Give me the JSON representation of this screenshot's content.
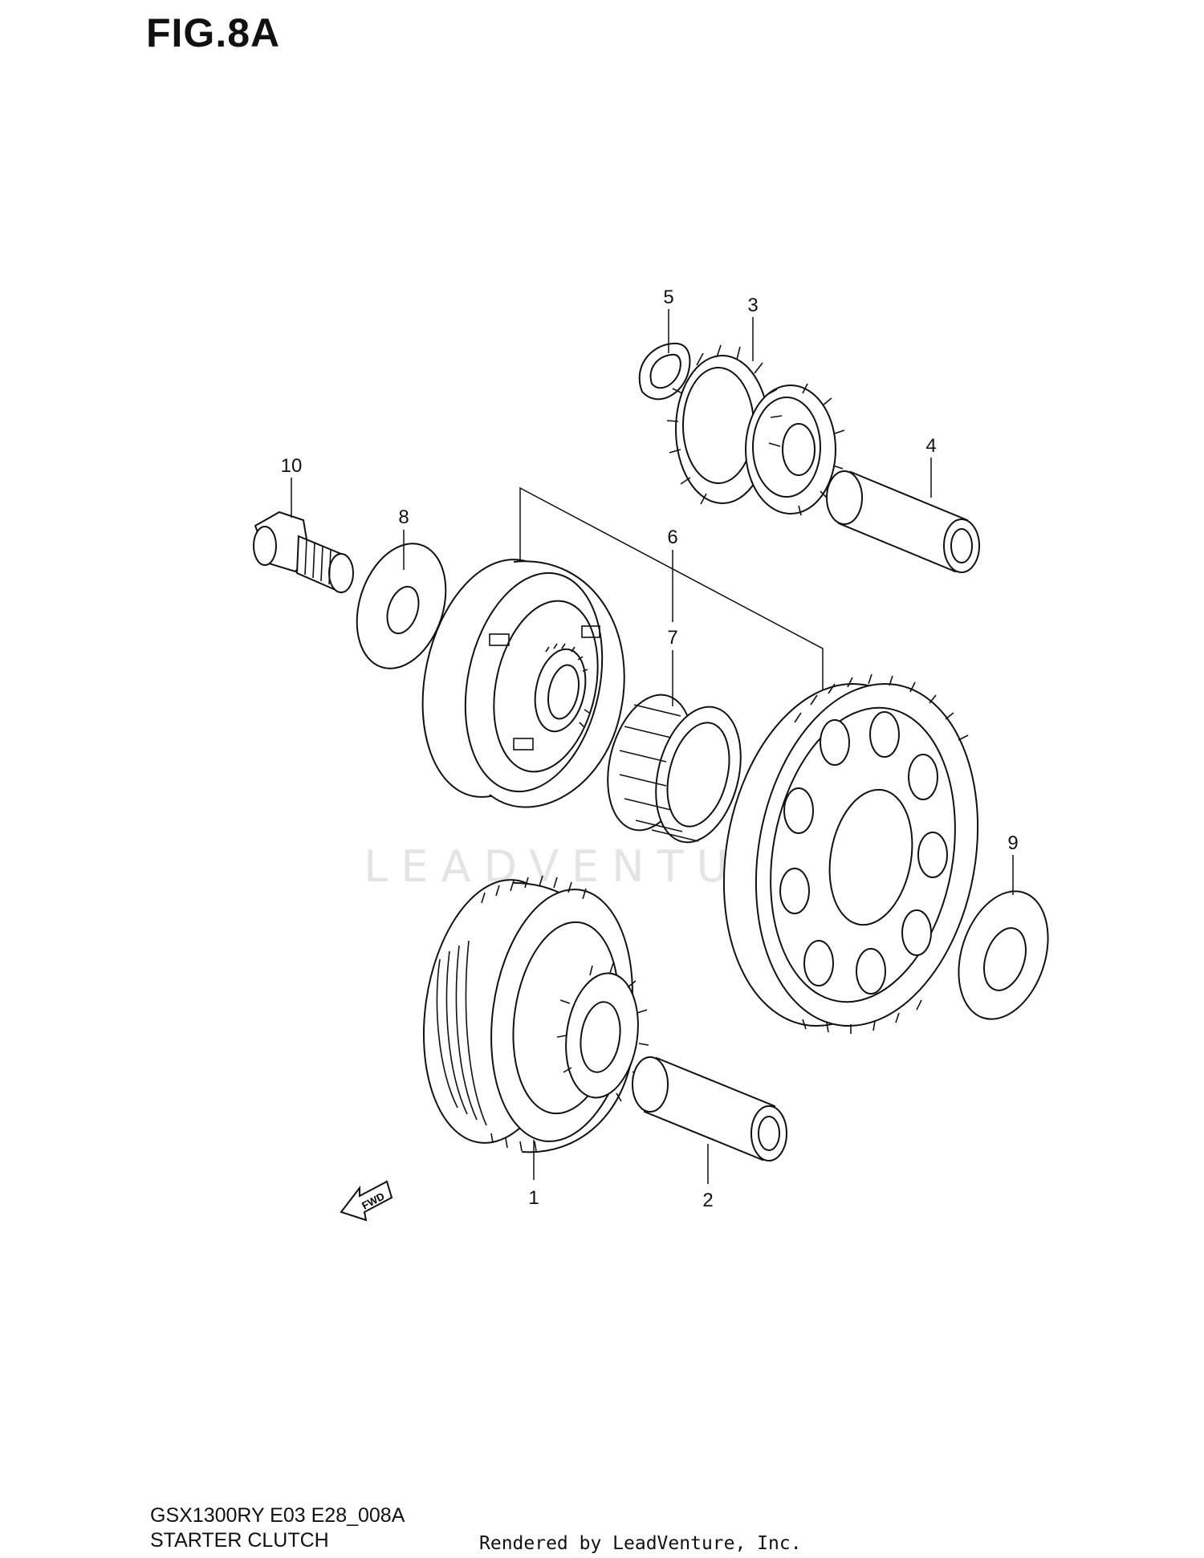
{
  "figure": {
    "title": "FIG.8A",
    "model_code": "GSX1300RY E03 E28_008A",
    "section_name": "STARTER CLUTCH",
    "rendered_by": "Rendered by LeadVenture, Inc.",
    "watermark": "LEADVENTURE",
    "fwd_label": "FWD"
  },
  "parts": [
    {
      "ref": "1",
      "kind": "starter clutch gear"
    },
    {
      "ref": "2",
      "kind": "shaft"
    },
    {
      "ref": "3",
      "kind": "idle gear"
    },
    {
      "ref": "4",
      "kind": "shaft"
    },
    {
      "ref": "5",
      "kind": "circlip"
    },
    {
      "ref": "6",
      "kind": "bearing"
    },
    {
      "ref": "7",
      "kind": "bearing"
    },
    {
      "ref": "8",
      "kind": "washer"
    },
    {
      "ref": "9",
      "kind": "washer"
    },
    {
      "ref": "10",
      "kind": "bolt"
    }
  ]
}
